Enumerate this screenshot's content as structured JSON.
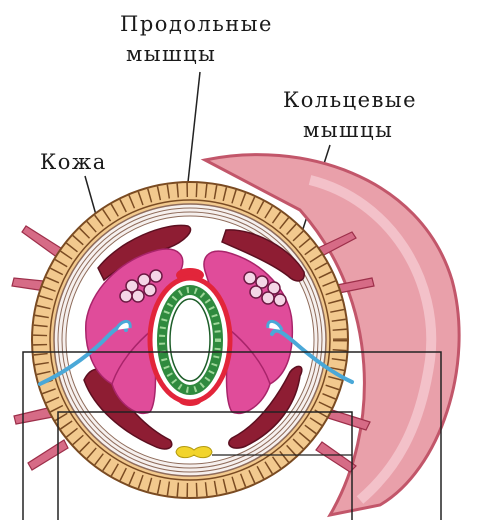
{
  "labels": {
    "longitudinal_line1": "Продольные",
    "longitudinal_line2": "мышцы",
    "circular_line1": "Кольцевые",
    "circular_line2": "мышцы",
    "skin": "Кожа"
  },
  "colors": {
    "outer_body": "#e9a0aa",
    "outer_edge": "#c2566a",
    "skin_cells": "#f2c98e",
    "skin_cell_edge": "#7a4b22",
    "muscle": "#8e1d33",
    "organs": "#e04c9a",
    "gut_green": "#2f8a3e",
    "blood_red": "#e2253a",
    "nerve_yellow": "#f2d42b",
    "nephridium_blue": "#4aa8d8"
  }
}
